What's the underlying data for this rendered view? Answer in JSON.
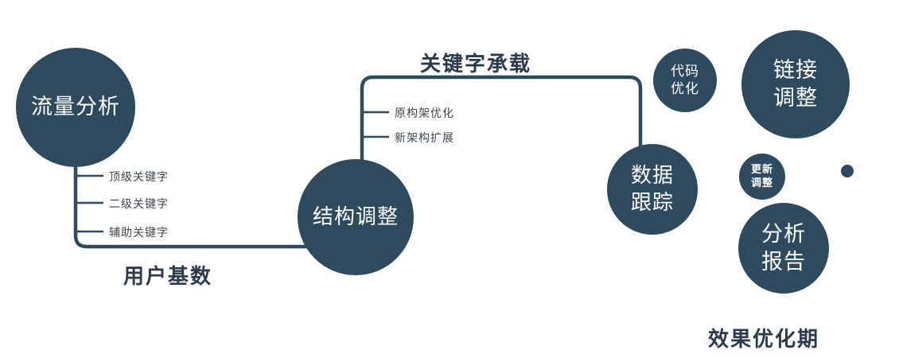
{
  "colors": {
    "node": "#2e4a5e",
    "text_dark": "#2c3b4c",
    "branch_text": "#3f4651"
  },
  "nodes": {
    "traffic_analysis": {
      "label": "流量分析"
    },
    "structure_adjust": {
      "label": "结构调整"
    },
    "data_tracking": {
      "line1": "数据",
      "line2": "跟踪"
    },
    "code_optimization": {
      "line1": "代码",
      "line2": "优化"
    },
    "link_adjustment": {
      "line1": "链接",
      "line2": "调整"
    },
    "update_adjustment": {
      "line1": "更新",
      "line2": "调整"
    },
    "analysis_report": {
      "line1": "分析",
      "line2": "报告"
    }
  },
  "edge_labels": {
    "user_base": "用户基数",
    "keyword_carrying": "关键字承载"
  },
  "branches": {
    "traffic_keywords": [
      "顶级关键字",
      "二级关键字",
      "辅助关键字"
    ],
    "structure_items": [
      "原构架优化",
      "新架构扩展"
    ]
  },
  "caption": "效果优化期"
}
